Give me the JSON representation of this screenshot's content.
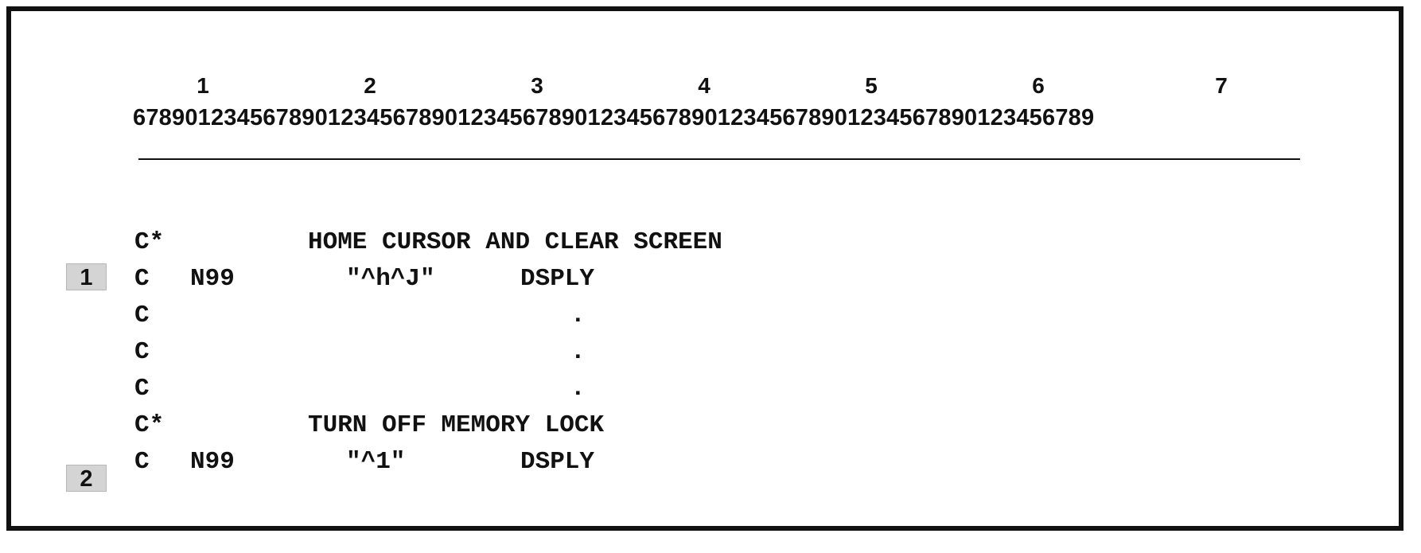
{
  "ruler": {
    "tens": [
      "1",
      "2",
      "3",
      "4",
      "5",
      "6",
      "7"
    ],
    "ones": "67890123456789012345678901234567890123456789012345678901234567890123456789"
  },
  "code_lines": [
    {
      "spec": "C*",
      "comment": "HOME CURSOR AND CLEAR SCREEN"
    },
    {
      "marker": "1",
      "spec": "C",
      "indicator": "N99",
      "factor": "\"^h^J\"",
      "operation": "DSPLY"
    },
    {
      "spec": "C",
      "dot": "."
    },
    {
      "spec": "C",
      "dot": "."
    },
    {
      "spec": "C",
      "dot": "."
    },
    {
      "spec": "C*",
      "comment": "TURN OFF MEMORY LOCK"
    },
    {
      "marker": "2",
      "spec": "C",
      "indicator": "N99",
      "factor": "\"^1\"",
      "operation": "DSPLY"
    }
  ]
}
